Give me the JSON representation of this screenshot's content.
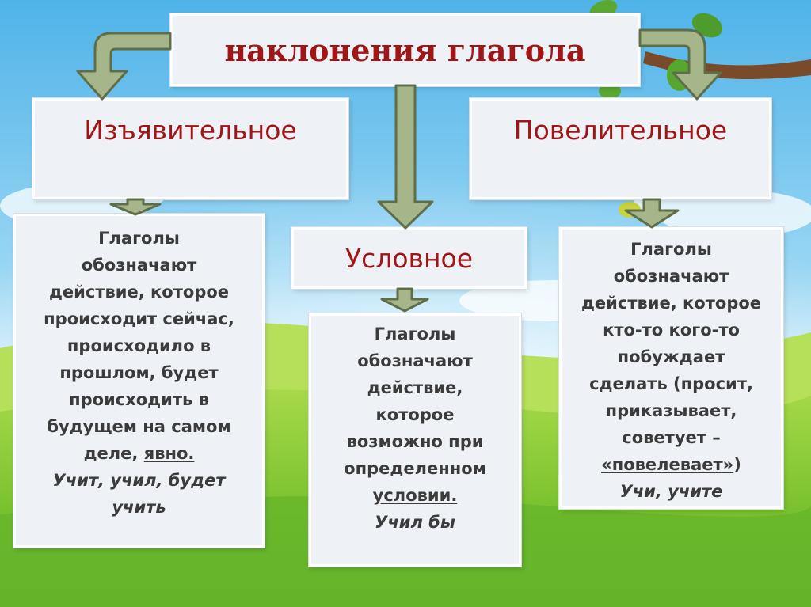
{
  "title": "наклонения глагола",
  "moods": [
    {
      "name": "Изъявительное",
      "description_lines": [
        "Глаголы",
        "обозначают",
        "действие, которое",
        "происходит сейчас,",
        "происходило в",
        "прошлом, будет",
        "происходить в",
        "будущем на самом"
      ],
      "description_end": "деле,",
      "keyword": "явно.",
      "examples": [
        "Учит, учил, будет",
        "учить"
      ]
    },
    {
      "name": "Условное",
      "description_lines": [
        "Глаголы",
        "обозначают",
        "действие,",
        "которое",
        "возможно при",
        "определенном"
      ],
      "keyword": "условии.",
      "examples": [
        "Учил бы"
      ]
    },
    {
      "name": "Повелительное",
      "description_lines": [
        "Глаголы",
        "обозначают",
        "действие, которое",
        "кто-то кого-то",
        "побуждает",
        "сделать (просит,",
        "приказывает,",
        "советует –"
      ],
      "keyword": "«повелевает»",
      "keyword_suffix": ")",
      "examples": [
        "Учи, учите"
      ]
    }
  ],
  "colors": {
    "title_text": "#a01616",
    "mood_text": "#a01616",
    "body_text": "#3b3b3b",
    "arrow_fill": "#a6b58a",
    "arrow_stroke": "#5f6e48"
  }
}
